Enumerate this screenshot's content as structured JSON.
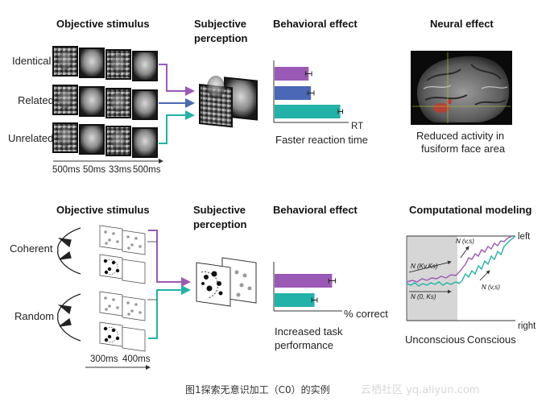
{
  "panel_top": {
    "objective_header": "Objective stimulus",
    "subjective_header_1": "Subjective",
    "subjective_header_2": "perception",
    "behavioral_header": "Behavioral effect",
    "neural_header": "Neural effect",
    "rows": [
      "Identical",
      "Related",
      "Unrelated"
    ],
    "timings": [
      "500ms",
      "50ms",
      "33ms",
      "500ms"
    ],
    "rt_axis_label": "RT",
    "behavior_caption": "Faster reaction time",
    "neural_caption_1": "Reduced activity in",
    "neural_caption_2": "fusiform face area"
  },
  "panel_bottom": {
    "objective_header": "Objective stimulus",
    "subjective_header_1": "Subjective",
    "subjective_header_2": "perception",
    "behavioral_header": "Behavioral effect",
    "modeling_header": "Computational modeling",
    "rows": [
      "Coherent",
      "Random"
    ],
    "timings": [
      "300ms",
      "400ms"
    ],
    "correct_axis_label": "% correct",
    "behavior_caption_1": "Increased task",
    "behavior_caption_2": "performance",
    "model_left_label": "left",
    "model_right_label": "right",
    "model_unconscious": "Unconscious",
    "model_conscious": "Conscious",
    "model_annot_kv": "N (Kv,Ks)",
    "model_annot_vs_top": "N (v,s)",
    "model_annot_0ks": "N (0, Ks)",
    "model_annot_vs_bottom": "N (v,s)"
  },
  "colors": {
    "purple": "#9b59b6",
    "blue": "#4a68b5",
    "teal": "#22b2a8",
    "gray_region": "#d6d6d6"
  },
  "chart_data": [
    {
      "type": "bar",
      "categories": [
        "Identical",
        "Related",
        "Unrelated"
      ],
      "values": [
        0.44,
        0.47,
        0.85
      ],
      "error": [
        0.04,
        0.04,
        0.03
      ],
      "xlabel": "RT",
      "ylabel": "",
      "xlim": [
        0,
        1
      ]
    },
    {
      "type": "bar",
      "categories": [
        "Coherent",
        "Random"
      ],
      "values": [
        0.85,
        0.59
      ],
      "error": [
        0.05,
        0.04
      ],
      "xlabel": "% correct",
      "ylabel": "",
      "xlim": [
        0,
        1
      ]
    }
  ],
  "caption": "图1探索无意识加工（C0）的实例",
  "watermark": "云栖社区 yq.aliyun.com"
}
